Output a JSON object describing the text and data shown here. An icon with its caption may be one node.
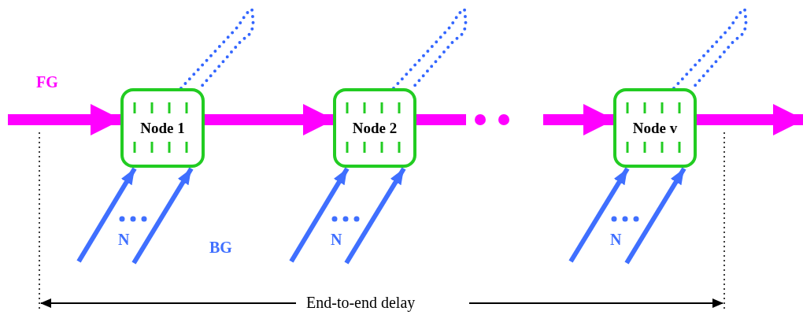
{
  "diagram": {
    "nodes": [
      {
        "text": [
          "Node 1"
        ]
      },
      {
        "text": [
          "Node 2"
        ]
      },
      {
        "text": [
          "Node v"
        ]
      }
    ],
    "edges": [
      {
        "from": null,
        "to": 0,
        "arrow": "to",
        "style": "thick",
        "color": "#ff00ff"
      },
      {
        "from": 0,
        "to": 1,
        "arrow": "to",
        "style": "thick",
        "color": "#ff00ff"
      },
      {
        "from": 1,
        "to": null,
        "arrow": "other",
        "style": "thick",
        "color": "#ff00ff"
      },
      {
        "from": null,
        "to": 2,
        "arrow": "to",
        "style": "thick",
        "color": "#ff00ff"
      },
      {
        "from": 2,
        "to": null,
        "arrow": "to",
        "style": "thick",
        "color": "#ff00ff"
      },
      {
        "from": null,
        "to": 0,
        "arrow": "to"
      },
      {
        "from": null,
        "to": 0,
        "arrow": "to"
      },
      {
        "from": null,
        "to": 1,
        "arrow": "to"
      },
      {
        "from": null,
        "to": 1,
        "arrow": "to"
      },
      {
        "from": null,
        "to": 2,
        "arrow": "to"
      },
      {
        "from": null,
        "to": 2,
        "arrow": "to"
      }
    ],
    "labels": [
      "FG",
      "N",
      "BG",
      "N",
      "N",
      "End-to-end delay"
    ]
  }
}
